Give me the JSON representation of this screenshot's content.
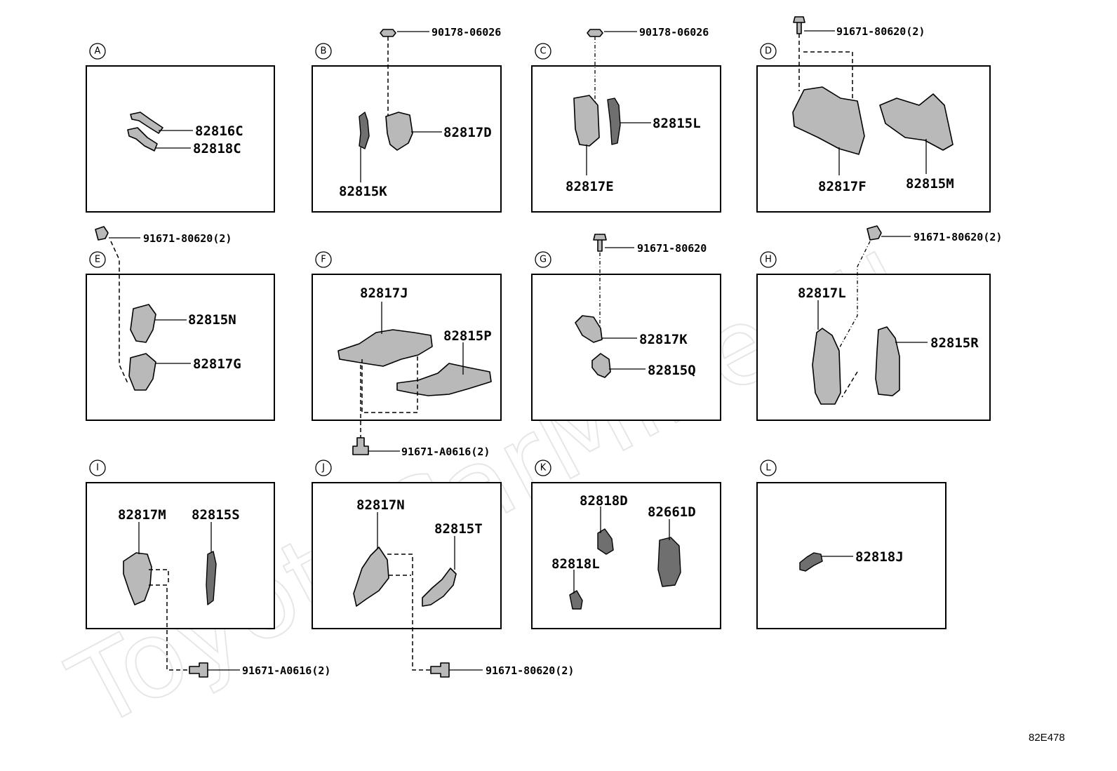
{
  "watermark": "ToyotaCarMine.ru",
  "diagram_code": "82E478",
  "panels": [
    {
      "letter": "A",
      "parts": [
        "82816C",
        "82818C"
      ]
    },
    {
      "letter": "B",
      "parts": [
        "82817D",
        "82815K"
      ],
      "fastener": "90178-06026"
    },
    {
      "letter": "C",
      "parts": [
        "82815L",
        "82817E"
      ],
      "fastener": "90178-06026"
    },
    {
      "letter": "D",
      "parts": [
        "82817F",
        "82815M"
      ],
      "fastener": "91671-80620(2)"
    },
    {
      "letter": "E",
      "parts": [
        "82815N",
        "82817G"
      ],
      "fastener": "91671-80620(2)"
    },
    {
      "letter": "F",
      "parts": [
        "82817J",
        "82815P"
      ],
      "fastener": "91671-A0616(2)"
    },
    {
      "letter": "G",
      "parts": [
        "82817K",
        "82815Q"
      ],
      "fastener": "91671-80620"
    },
    {
      "letter": "H",
      "parts": [
        "82817L",
        "82815R"
      ],
      "fastener": "91671-80620(2)"
    },
    {
      "letter": "I",
      "parts": [
        "82817M",
        "82815S"
      ],
      "fastener": "91671-A0616(2)"
    },
    {
      "letter": "J",
      "parts": [
        "82817N",
        "82815T"
      ],
      "fastener": "91671-80620(2)"
    },
    {
      "letter": "K",
      "parts": [
        "82818D",
        "82661D",
        "82818L"
      ]
    },
    {
      "letter": "L",
      "parts": [
        "82818J"
      ]
    }
  ]
}
